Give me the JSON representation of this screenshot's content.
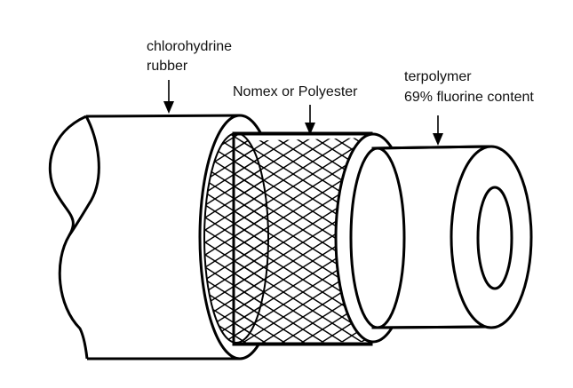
{
  "labels": {
    "outer_layer": [
      "chlorohydrine",
      "rubber"
    ],
    "braid_layer": [
      "Nomex or Polyester"
    ],
    "inner_layer": [
      "terpolymer",
      "69% fluorine content"
    ]
  },
  "icons": {
    "outer_arrow": "arrow-down-icon",
    "braid_arrow": "arrow-down-icon",
    "inner_arrow": "arrow-down-icon"
  },
  "colors": {
    "line": "#000000",
    "background": "#ffffff"
  }
}
